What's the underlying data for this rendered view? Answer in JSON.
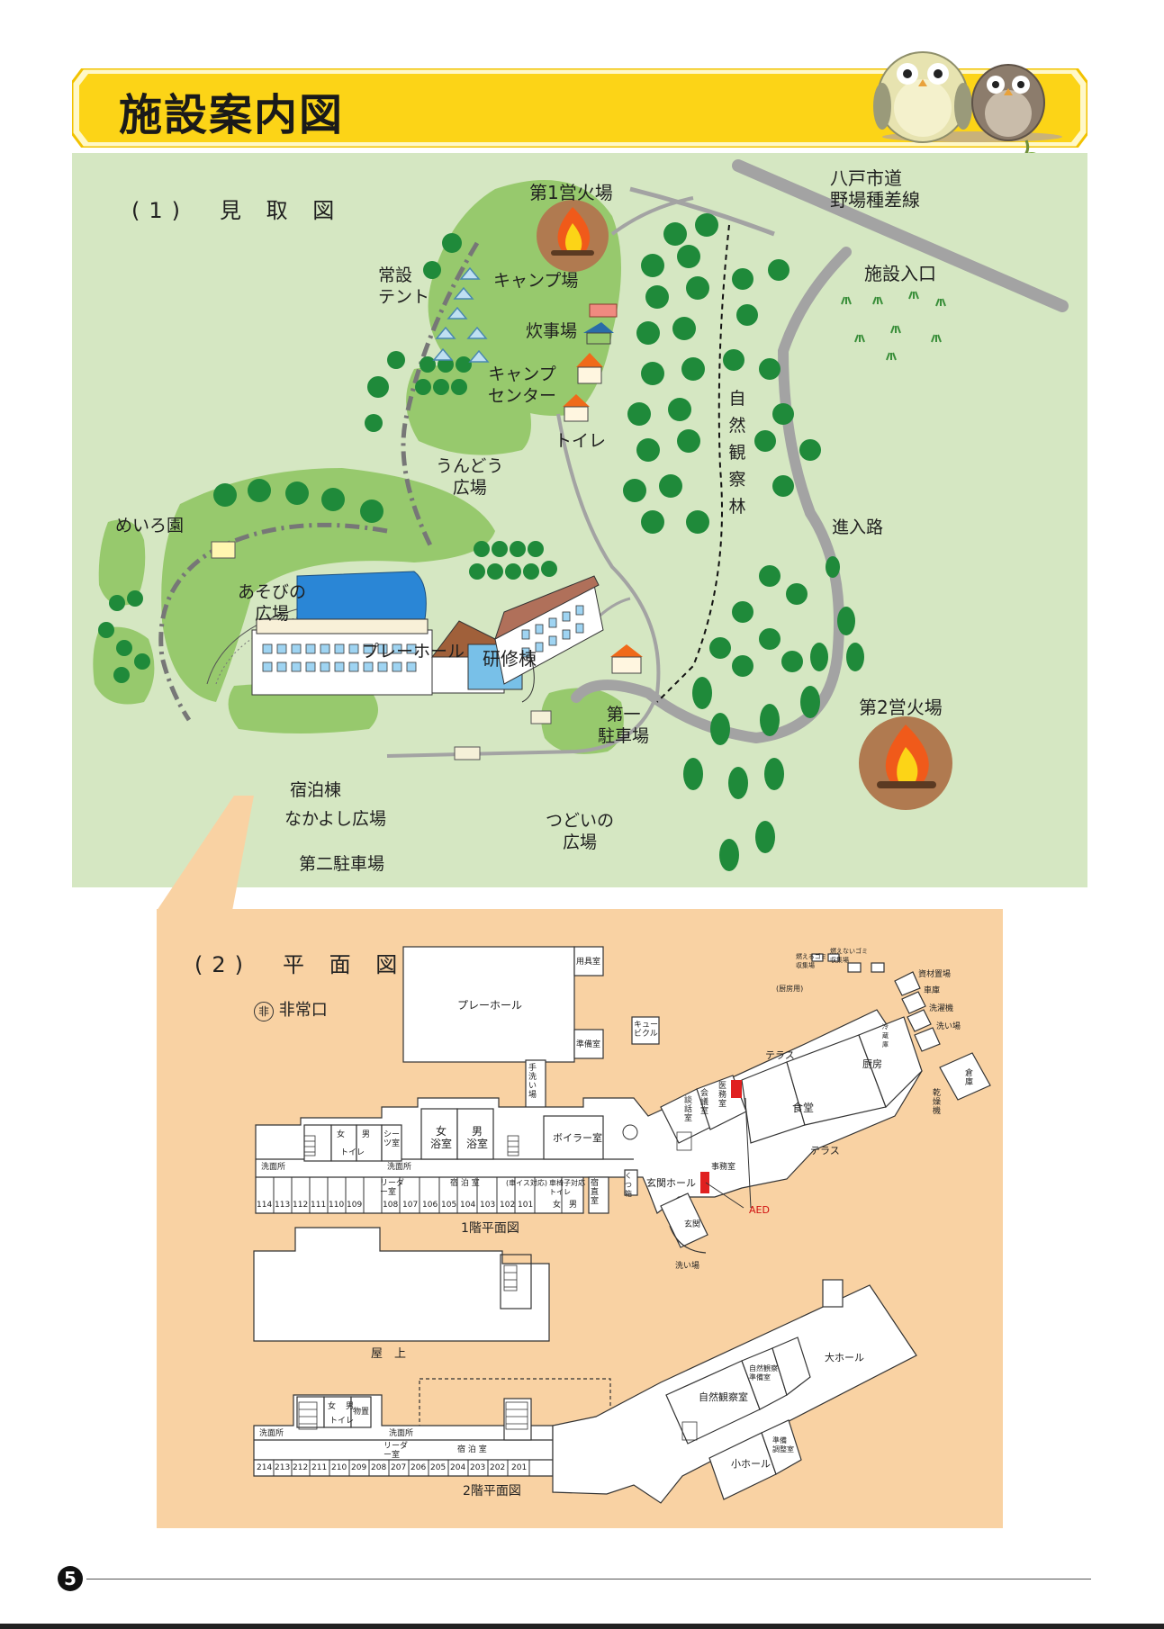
{
  "title": "施設案内図",
  "site_map": {
    "heading": "(1)　見 取 図",
    "labels": {
      "campfire1": "第1営火場",
      "road": "八戸市道\n野場種差線",
      "entrance": "施設入口",
      "tents": "常設\nテント",
      "camp_site": "キャンプ場",
      "kitchen": "炊事場",
      "camp_center": "キャンプ\nセンター",
      "toilet": "トイレ",
      "undou": "うんどう\n広場",
      "nature": "自然観察林",
      "approach": "進入路",
      "meiro": "めいろ園",
      "asobi": "あそびの\n広場",
      "playhall": "プレーホール",
      "kenshu": "研修棟",
      "parking1": "第一\n駐車場",
      "campfire2": "第2営火場",
      "shukuhaku": "宿泊棟",
      "nakayoshi": "なかよし広場",
      "tsudoi": "つどいの\n広場",
      "parking2": "第二駐車場"
    }
  },
  "floor_plan": {
    "heading": "(2)　平 面 図",
    "emergency_symbol": "非",
    "emergency_legend": "非常口",
    "f1": {
      "caption": "1階平面図",
      "rooms": {
        "playhall": "プレーホール",
        "storage": "用具室",
        "prep": "準備室",
        "cubicle": "キュー\nビクル",
        "handwash": "手洗い場",
        "women_bath": "女\n浴室",
        "men_bath": "男\n浴室",
        "boiler": "ボイラー室",
        "toilet": "トイレ",
        "women": "女",
        "men": "男",
        "sheets": "シー\nツ室",
        "washroom": "洗面所",
        "leader": "リーダ\nー室",
        "lodging": "宿 泊 室",
        "wheelchair": "(車イス対応)",
        "wc_toilet": "車椅子対応\nトイレ",
        "duty": "宿直室",
        "shoes": "くつ箱",
        "entrance_hall": "玄関ホール",
        "entrance": "玄関",
        "washplace": "洗い場",
        "office": "事務室",
        "aed": "AED",
        "medical": "医務室",
        "meeting": "会議室",
        "lounge": "談話室",
        "dining": "食堂",
        "kitchen": "厨房",
        "terrace": "テラス",
        "burn_trash": "燃えるゴミ\n収集場",
        "nonburn_trash": "燃えないゴミ\n収集場",
        "kitchen_use": "(厨房用)",
        "materials": "資材置場",
        "garage": "車庫",
        "laundry": "洗濯機",
        "wash": "洗い場",
        "dryer": "乾燥機",
        "warehouse": "倉庫",
        "cold": "冷蔵庫"
      },
      "room_numbers": [
        "114",
        "113",
        "112",
        "111",
        "110",
        "109",
        "108",
        "107",
        "106",
        "105",
        "104",
        "103",
        "102",
        "101"
      ]
    },
    "roof": {
      "caption": "屋　上"
    },
    "f2": {
      "caption": "2階平面図",
      "rooms": {
        "washroom": "洗面所",
        "women": "女",
        "men": "男",
        "toilet": "トイレ",
        "storage": "物置",
        "leader": "リーダ\nー室",
        "lodging": "宿 泊 室",
        "nature_room": "自然観察室",
        "nature_prep": "自然観察\n準備室",
        "big_hall": "大ホール",
        "small_hall": "小ホール",
        "prep": "準備\n調整室"
      },
      "room_numbers": [
        "214",
        "213",
        "212",
        "211",
        "210",
        "209",
        "208",
        "207",
        "206",
        "205",
        "204",
        "203",
        "202",
        "201"
      ]
    }
  },
  "page_number": "5",
  "colors": {
    "title_yellow": "#fcd417",
    "grass_bg": "#d5e7c2",
    "lawn": "#97c96d",
    "floor_bg": "#f9d2a3",
    "road": "#a3a3a3",
    "tree": "#1f8a3a"
  }
}
